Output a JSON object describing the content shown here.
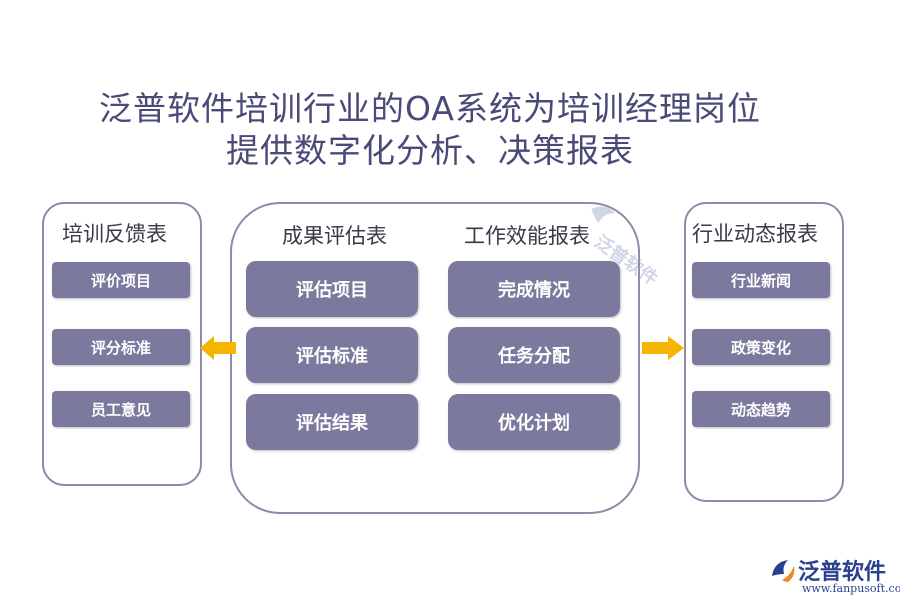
{
  "title": {
    "line1": "泛普软件培训行业的OA系统为培训经理岗位",
    "line2": "提供数字化分析、决策报表"
  },
  "left_panel": {
    "heading": "培训反馈表",
    "items": [
      "评价项目",
      "评分标准",
      "员工意见"
    ]
  },
  "middle_panel": {
    "left_column": {
      "heading": "成果评估表",
      "items": [
        "评估项目",
        "评估标准",
        "评估结果"
      ]
    },
    "right_column": {
      "heading": "工作效能报表",
      "items": [
        "完成情况",
        "任务分配",
        "优化计划"
      ]
    }
  },
  "right_panel": {
    "heading": "行业动态报表",
    "items": [
      "行业新闻",
      "政策变化",
      "动态趋势"
    ]
  },
  "logo": {
    "name": "泛普软件",
    "url": "www.fanpusoft.com",
    "watermark": "泛普软件"
  },
  "colors": {
    "box": "#7b7a9e",
    "border": "#8e8aa8",
    "arrow": "#f5b400",
    "title": "#4a4a78"
  }
}
